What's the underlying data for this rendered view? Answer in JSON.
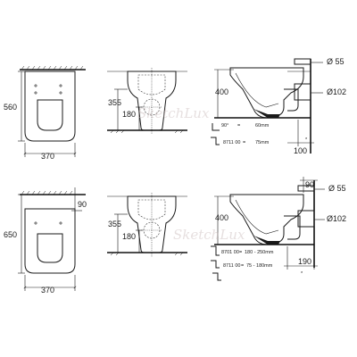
{
  "row1": {
    "plan": {
      "depth": "560",
      "width": "370"
    },
    "front": {
      "height": "355",
      "outlet": "180"
    },
    "side": {
      "height": "400",
      "pipe_top": "Ø 55",
      "pipe_bottom": "Ø102",
      "offset": "100",
      "angle_note": "90°",
      "angle_value": "60mm",
      "part_note": "8711 00",
      "part_value": "75mm"
    }
  },
  "row2": {
    "plan": {
      "depth": "650",
      "width": "370",
      "setback": "90"
    },
    "front": {
      "height": "355",
      "outlet": "180"
    },
    "side": {
      "setback": "90",
      "height": "400",
      "pipe_top": "Ø 55",
      "pipe_bottom": "Ø102",
      "offset": "190",
      "part1_note": "8701 00",
      "part1_value": "180 - 250mm",
      "part2_note": "8711 00",
      "part2_value": "75 - 180mm"
    }
  },
  "colors": {
    "line": "#1a1a1a",
    "watermark": "#c9b9b9"
  },
  "watermark_text": "SketchLux"
}
